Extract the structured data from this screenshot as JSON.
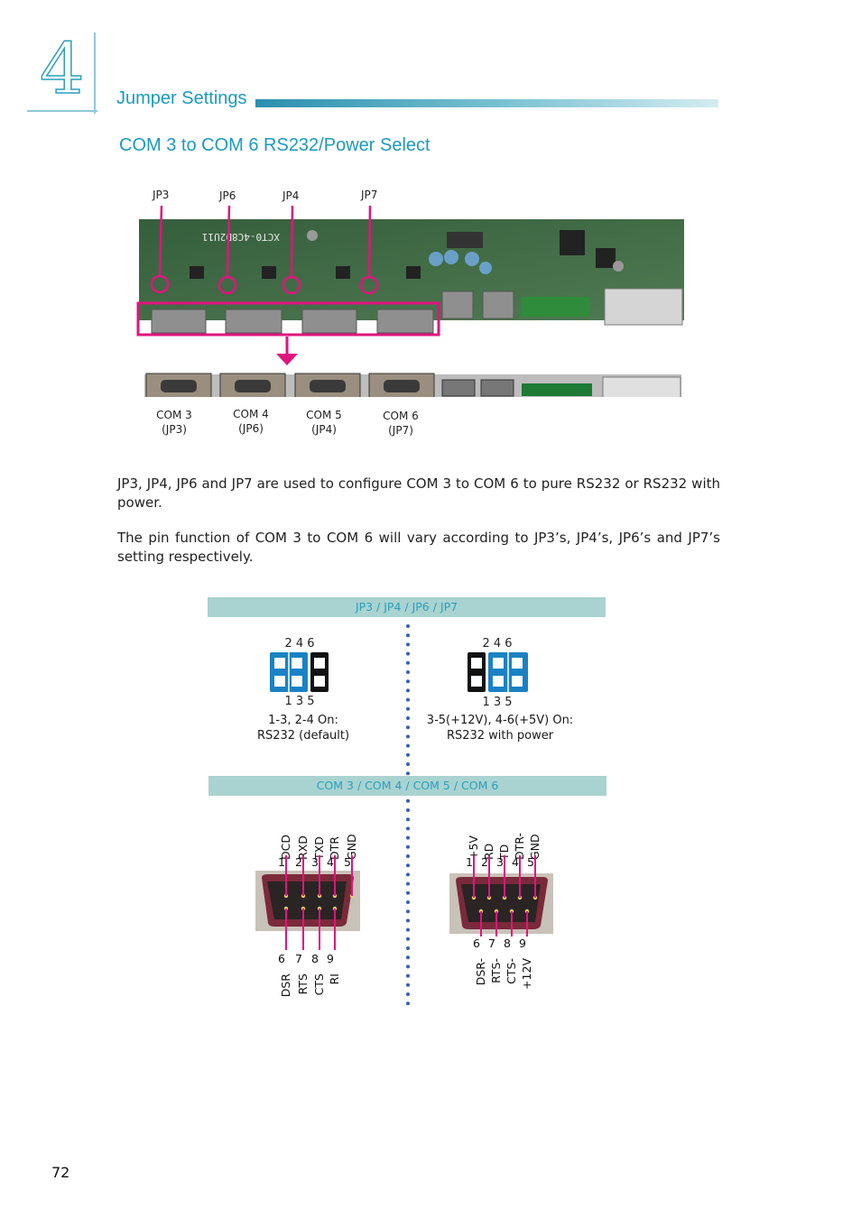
{
  "chapter": {
    "number": "4",
    "section_title": "Jumper Settings"
  },
  "subsection_title": "COM 3 to COM 6 RS232/Power Select",
  "board_figure": {
    "jumper_labels": [
      "JP3",
      "JP6",
      "JP4",
      "JP7"
    ],
    "board_silkscreen": "XCT0-4C8D2U11",
    "connectors": [
      {
        "name": "COM 3",
        "jumper": "(JP3)"
      },
      {
        "name": "COM 4",
        "jumper": "(JP6)"
      },
      {
        "name": "COM 5",
        "jumper": "(JP4)"
      },
      {
        "name": "COM 6",
        "jumper": "(JP7)"
      }
    ],
    "highlight_color": "#e0147f"
  },
  "paragraphs": [
    "JP3, JP4, JP6 and JP7 are used to configure COM 3 to COM 6 to pure RS232 or RS232 with power.",
    "The pin function of COM 3 to COM 6 will vary according to JP3’s, JP4’s, JP6’s and JP7’s setting respectively."
  ],
  "jumper_table": {
    "header": "JP3 / JP4 / JP6 / JP7",
    "settings": [
      {
        "top_pins": "2   4   6",
        "bottom_pins": "1   3   5",
        "line1": "1-3, 2-4 On:",
        "line2": "RS232 (default)"
      },
      {
        "top_pins": "2   4   6",
        "bottom_pins": "1   3   5",
        "line1": "3-5(+12V), 4-6(+5V) On:",
        "line2": "RS232 with power"
      }
    ],
    "jumper_color": "#1a82c4"
  },
  "com_table": {
    "header": "COM 3 / COM 4 / COM 5 / COM 6",
    "left_connector": {
      "top_signals": [
        "DCD",
        "RXD",
        "TXD",
        "DTR",
        "GND"
      ],
      "top_pins": [
        "1",
        "2",
        "3",
        "4",
        "5"
      ],
      "bottom_pins": [
        "6",
        "7",
        "8",
        "9"
      ],
      "bottom_signals": [
        "DSR",
        "RTS",
        "CTS",
        "RI"
      ]
    },
    "right_connector": {
      "top_signals": [
        "+5V",
        "RD",
        "TD",
        "DTR-",
        "GND"
      ],
      "top_pins": [
        "1",
        "2",
        "3",
        "4",
        "5"
      ],
      "bottom_pins": [
        "6",
        "7",
        "8",
        "9"
      ],
      "bottom_signals": [
        "DSR-",
        "RTS-",
        "CTS-",
        "+12V"
      ]
    }
  },
  "page_number": "72"
}
